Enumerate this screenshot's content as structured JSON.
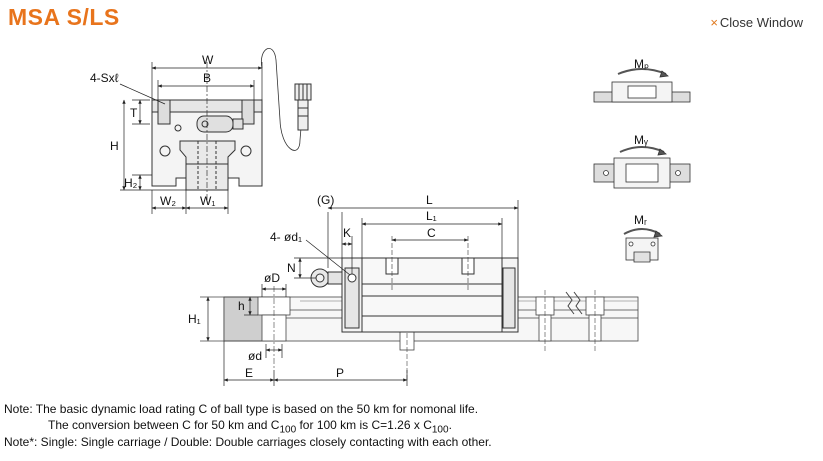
{
  "title": "MSA S/LS",
  "close_label": "Close Window",
  "labels": {
    "W": "W",
    "B": "B",
    "sx": "4-Sxℓ",
    "T": "T",
    "H": "H",
    "H2": "H₂",
    "W2": "W₂",
    "W1": "W₁",
    "G": "(G)",
    "L": "L",
    "L1": "L₁",
    "C": "C",
    "d1": "4- ød₁",
    "K": "K",
    "N": "N",
    "D": "øD",
    "h": "h",
    "H1": "H₁",
    "d": "ød",
    "E": "E",
    "P": "P",
    "MP": "Mₚ",
    "MY": "Mᵧ",
    "MR": "Mᵣ"
  },
  "notes": {
    "line1": "Note: The basic dynamic load rating C of ball type is based on the 50 km for nomonal life.",
    "line2_a": "The conversion between C for 50 km and C",
    "line2_sub1": "100",
    "line2_b": " for 100 km is C=1.26 x C",
    "line2_sub2": "100",
    "line2_c": ".",
    "line3": "Note*: Single: Single carriage / Double: Double carriages closely contacting with each other."
  }
}
